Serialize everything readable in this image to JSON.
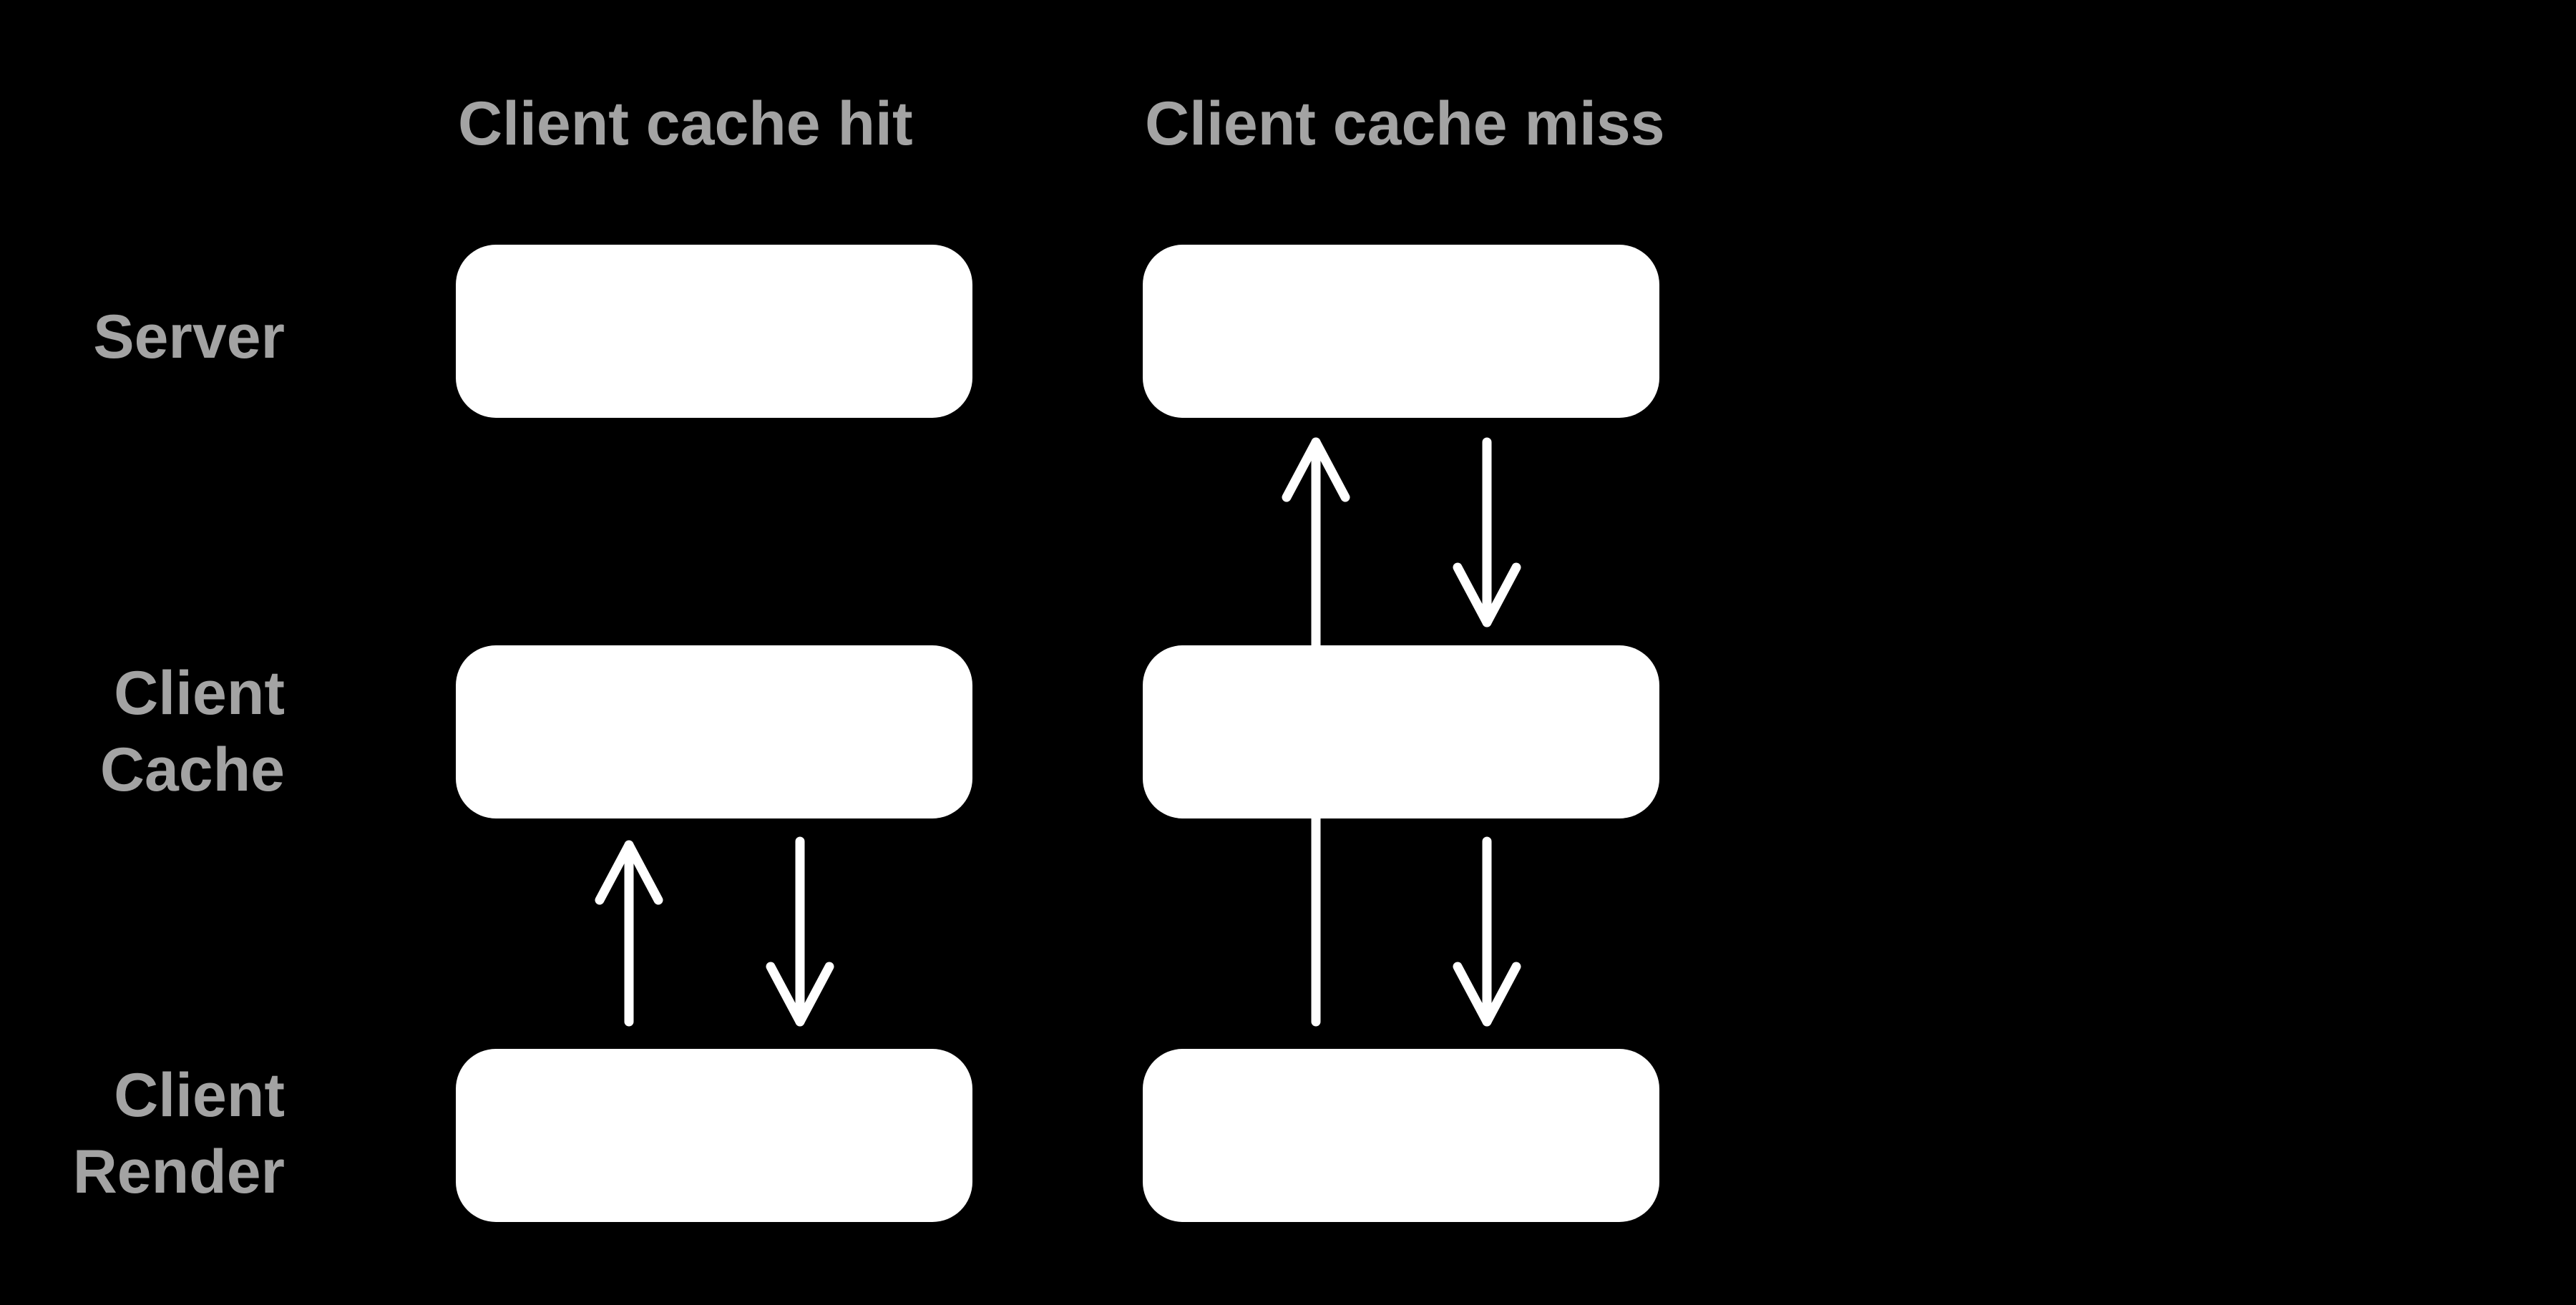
{
  "colors": {
    "background": "#000000",
    "box_fill": "#ffffff",
    "arrow_stroke": "#ffffff",
    "label_text": "#a3a3a3"
  },
  "column_headers": {
    "hit": "Client cache hit",
    "miss": "Client cache miss"
  },
  "row_labels": {
    "server": {
      "line1": "Server"
    },
    "client_cache": {
      "line1": "Client",
      "line2": "Cache"
    },
    "client_render": {
      "line1": "Client",
      "line2": "Render"
    }
  },
  "diagram": {
    "type": "layered-flow-diagram",
    "layers": [
      "Server",
      "Client Cache",
      "Client Render"
    ],
    "scenarios": [
      {
        "title": "Client cache hit",
        "arrows": [
          {
            "from": "Client Render",
            "to": "Client Cache",
            "direction": "up"
          },
          {
            "from": "Client Cache",
            "to": "Client Render",
            "direction": "down"
          }
        ]
      },
      {
        "title": "Client cache miss",
        "arrows": [
          {
            "from": "Client Render",
            "to": "Server",
            "direction": "up",
            "through": "Client Cache"
          },
          {
            "from": "Server",
            "to": "Client Cache",
            "direction": "down"
          },
          {
            "from": "Client Cache",
            "to": "Client Render",
            "direction": "down"
          }
        ]
      }
    ]
  }
}
